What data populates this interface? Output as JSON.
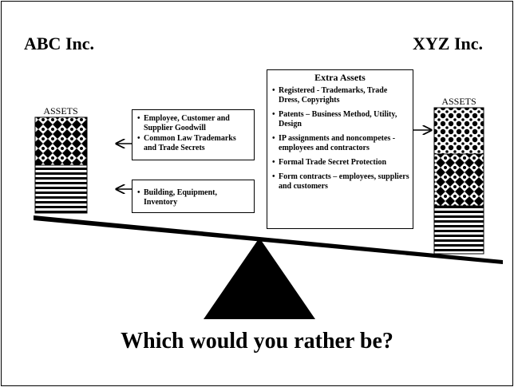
{
  "left_company": "ABC Inc.",
  "right_company": "XYZ Inc.",
  "left_assets_label": "ASSETS",
  "right_assets_label": "ASSETS",
  "intangible_box": {
    "items": [
      "Employee, Customer and Supplier Goodwill",
      "Common Law Trademarks and Trade Secrets"
    ]
  },
  "tangible_box": {
    "items": [
      "Building, Equipment, Inventory"
    ]
  },
  "extra_assets": {
    "title": "Extra Assets",
    "items": [
      "Registered - Trademarks, Trade Dress, Copyrights",
      "Patents – Business Method, Utility, Design",
      "IP assignments and noncompetes - employees and contractors",
      "Formal Trade Secret Protection",
      "Form contracts – employees, suppliers and customers"
    ]
  },
  "question": "Which would you rather be?"
}
